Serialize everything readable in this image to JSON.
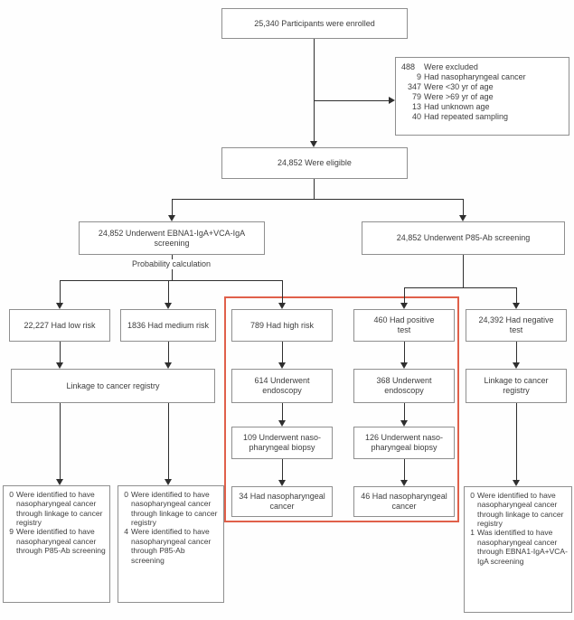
{
  "colors": {
    "box_border": "#8f8f8f",
    "text": "#3d3d3d",
    "connector": "#2f2f2f",
    "highlight_rect": "#e0604a"
  },
  "flow": {
    "enrolled": "25,340 Participants were enrolled",
    "excluded": [
      {
        "n": "488",
        "t": "Were excluded"
      },
      {
        "n": "9",
        "t": "Had nasopharyngeal cancer"
      },
      {
        "n": "347",
        "t": "Were <30 yr of age"
      },
      {
        "n": "79",
        "t": "Were >69 yr of age"
      },
      {
        "n": "13",
        "t": "Had unknown age"
      },
      {
        "n": "40",
        "t": "Had repeated sampling"
      }
    ],
    "eligible": "24,852 Were eligible",
    "ebna_screening": "24,852 Underwent EBNA1-IgA+VCA-IgA\nscreening",
    "p85_screening": "24,852 Underwent P85-Ab screening",
    "probability_label": "Probability calculation",
    "low_risk": "22,227 Had low risk",
    "medium_risk": "1836 Had medium risk",
    "high_risk": "789 Had high risk",
    "positive_test": "460 Had positive\ntest",
    "negative_test": "24,392 Had negative\ntest",
    "linkage_left": "Linkage to cancer registry",
    "endoscopy_614": "614 Underwent\nendoscopy",
    "endoscopy_368": "368 Underwent\nendoscopy",
    "linkage_right": "Linkage to cancer\nregistry",
    "biopsy_109": "109 Underwent naso-\npharyngeal biopsy",
    "biopsy_126": "126 Underwent naso-\npharyngeal biopsy",
    "cancer_34": "34 Had nasopharyngeal\ncancer",
    "cancer_46": "46 Had nasopharyngeal\ncancer",
    "outcome_low": [
      {
        "n": "0",
        "t": "Were identified to have nasopharyngeal cancer through linkage to cancer registry"
      },
      {
        "n": "9",
        "t": "Were identified to have nasopharyngeal cancer through P85-Ab screening"
      }
    ],
    "outcome_medium": [
      {
        "n": "0",
        "t": "Were identified to have nasopharyngeal cancer through linkage to cancer registry"
      },
      {
        "n": "4",
        "t": "Were identified to have nasopharyngeal cancer through P85-Ab screening"
      }
    ],
    "outcome_negative": [
      {
        "n": "0",
        "t": "Were identified to have nasopharyngeal cancer through linkage to cancer registry"
      },
      {
        "n": "1",
        "t": "Was identified to have nasopharyngeal cancer through EBNA1-IgA+VCA-IgA screening"
      }
    ]
  }
}
